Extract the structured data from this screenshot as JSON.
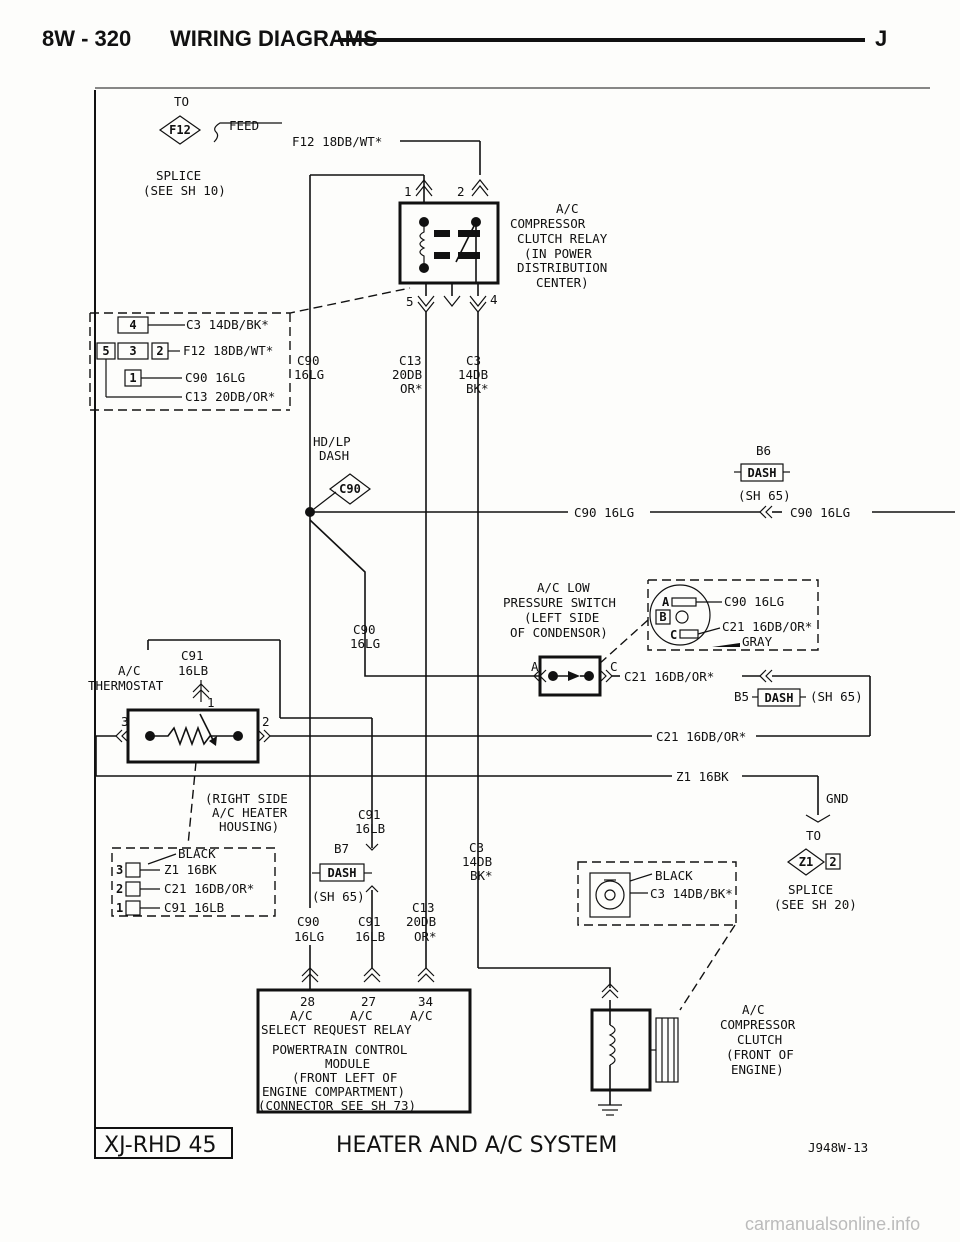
{
  "header": {
    "left": "8W - 320",
    "title": "WIRING DIAGRAMS",
    "right": "J"
  },
  "splice_f12": {
    "to": "TO",
    "tag": "F12",
    "feed": "FEED",
    "wire": "F12 18DB/WT*",
    "label1": "SPLICE",
    "label2": "(SEE SH 10)"
  },
  "relay": {
    "name": [
      "A/C",
      "COMPRESSOR",
      "CLUTCH RELAY",
      "(IN POWER",
      "DISTRIBUTION",
      "CENTER)"
    ],
    "pins": {
      "p1": "1",
      "p2": "2",
      "p5": "5",
      "p4": "4"
    }
  },
  "relay_connector": {
    "cav4": "4",
    "cav5": "5",
    "cav3": "3",
    "cav2": "2",
    "cav1": "1",
    "w4": "C3 14DB/BK*",
    "w2": "F12 18DB/WT*",
    "w1": "C90 16LG",
    "w5": "C13 20DB/OR*"
  },
  "relay_wires": {
    "c90a": "C90",
    "c90b": "16LG",
    "c13a": "C13",
    "c13b": "20DB",
    "c13c": "OR*",
    "c3a": "C3",
    "c3b": "14DB",
    "c3c": "BK*"
  },
  "hdlp": {
    "l1": "HD/LP",
    "l2": "DASH",
    "tag": "C90"
  },
  "b6": {
    "pin": "B6",
    "conn": "DASH",
    "ref": "(SH 65)",
    "wire_mid": "C90 16LG",
    "wire_right": "C90 16LG"
  },
  "c90_drop": {
    "a": "C90",
    "b": "16LG"
  },
  "low_switch": {
    "name": [
      "A/C LOW",
      "PRESSURE SWITCH",
      "(LEFT SIDE",
      "OF CONDENSOR)"
    ],
    "pinA": "A",
    "pinB": "B",
    "pinC": "C",
    "c90": "C90 16LG",
    "c21": "C21 16DB/OR*",
    "color": "GRAY",
    "out_a": "A",
    "out_c": "C",
    "out_wire": "C21 16DB/OR*"
  },
  "b5": {
    "pin": "B5",
    "conn": "DASH",
    "ref": "(SH 65)"
  },
  "thermostat": {
    "c91a": "C91",
    "c91b": "16LB",
    "name1": "A/C",
    "name2": "THERMOSTAT",
    "p1": "1",
    "p2": "2",
    "p3": "3",
    "housing": [
      "(RIGHT SIDE",
      "A/C HEATER",
      "HOUSING)"
    ],
    "conn": [
      {
        "cav": "3",
        "wire": "Z1 16BK"
      },
      {
        "cav": "2",
        "wire": "C21 16DB/OR*"
      },
      {
        "cav": "1",
        "wire": "C91 16LB"
      }
    ],
    "color": "BLACK",
    "c21_wire": "C21 16DB/OR*"
  },
  "ground": {
    "wire": "Z1 16BK",
    "gnd": "GND",
    "to": "TO",
    "tag": "Z1",
    "cav": "2",
    "splice1": "SPLICE",
    "splice2": "(SEE SH 20)"
  },
  "b7": {
    "c91a": "C91",
    "c91b": "16LB",
    "pin": "B7",
    "conn": "DASH",
    "ref": "(SH 65)"
  },
  "c3_drop": {
    "a": "C3",
    "b": "14DB",
    "c": "BK*"
  },
  "clutch_conn": {
    "color": "BLACK",
    "wire": "C3 14DB/BK*"
  },
  "pcm_wires": {
    "c90a": "C90",
    "c90b": "16LG",
    "c91a": "C91",
    "c91b": "16LB",
    "c13a": "C13",
    "c13b": "20DB",
    "c13c": "OR*"
  },
  "pcm": {
    "pins": [
      "28",
      "27",
      "34"
    ],
    "pinlabels": [
      "A/C",
      "A/C",
      "A/C"
    ],
    "l1": "SELECT REQUEST RELAY",
    "name": [
      "POWERTRAIN CONTROL",
      "MODULE",
      "(FRONT LEFT OF",
      "ENGINE COMPARTMENT)",
      "(CONNECTOR SEE SH 73)"
    ]
  },
  "clutch": {
    "name": [
      "A/C",
      "COMPRESSOR",
      "CLUTCH",
      "(FRONT OF",
      "ENGINE)"
    ]
  },
  "footer": {
    "box": "XJ-RHD 45",
    "title": "HEATER AND A/C SYSTEM",
    "code": "J948W-13"
  },
  "watermark": "carmanualsonline.info"
}
